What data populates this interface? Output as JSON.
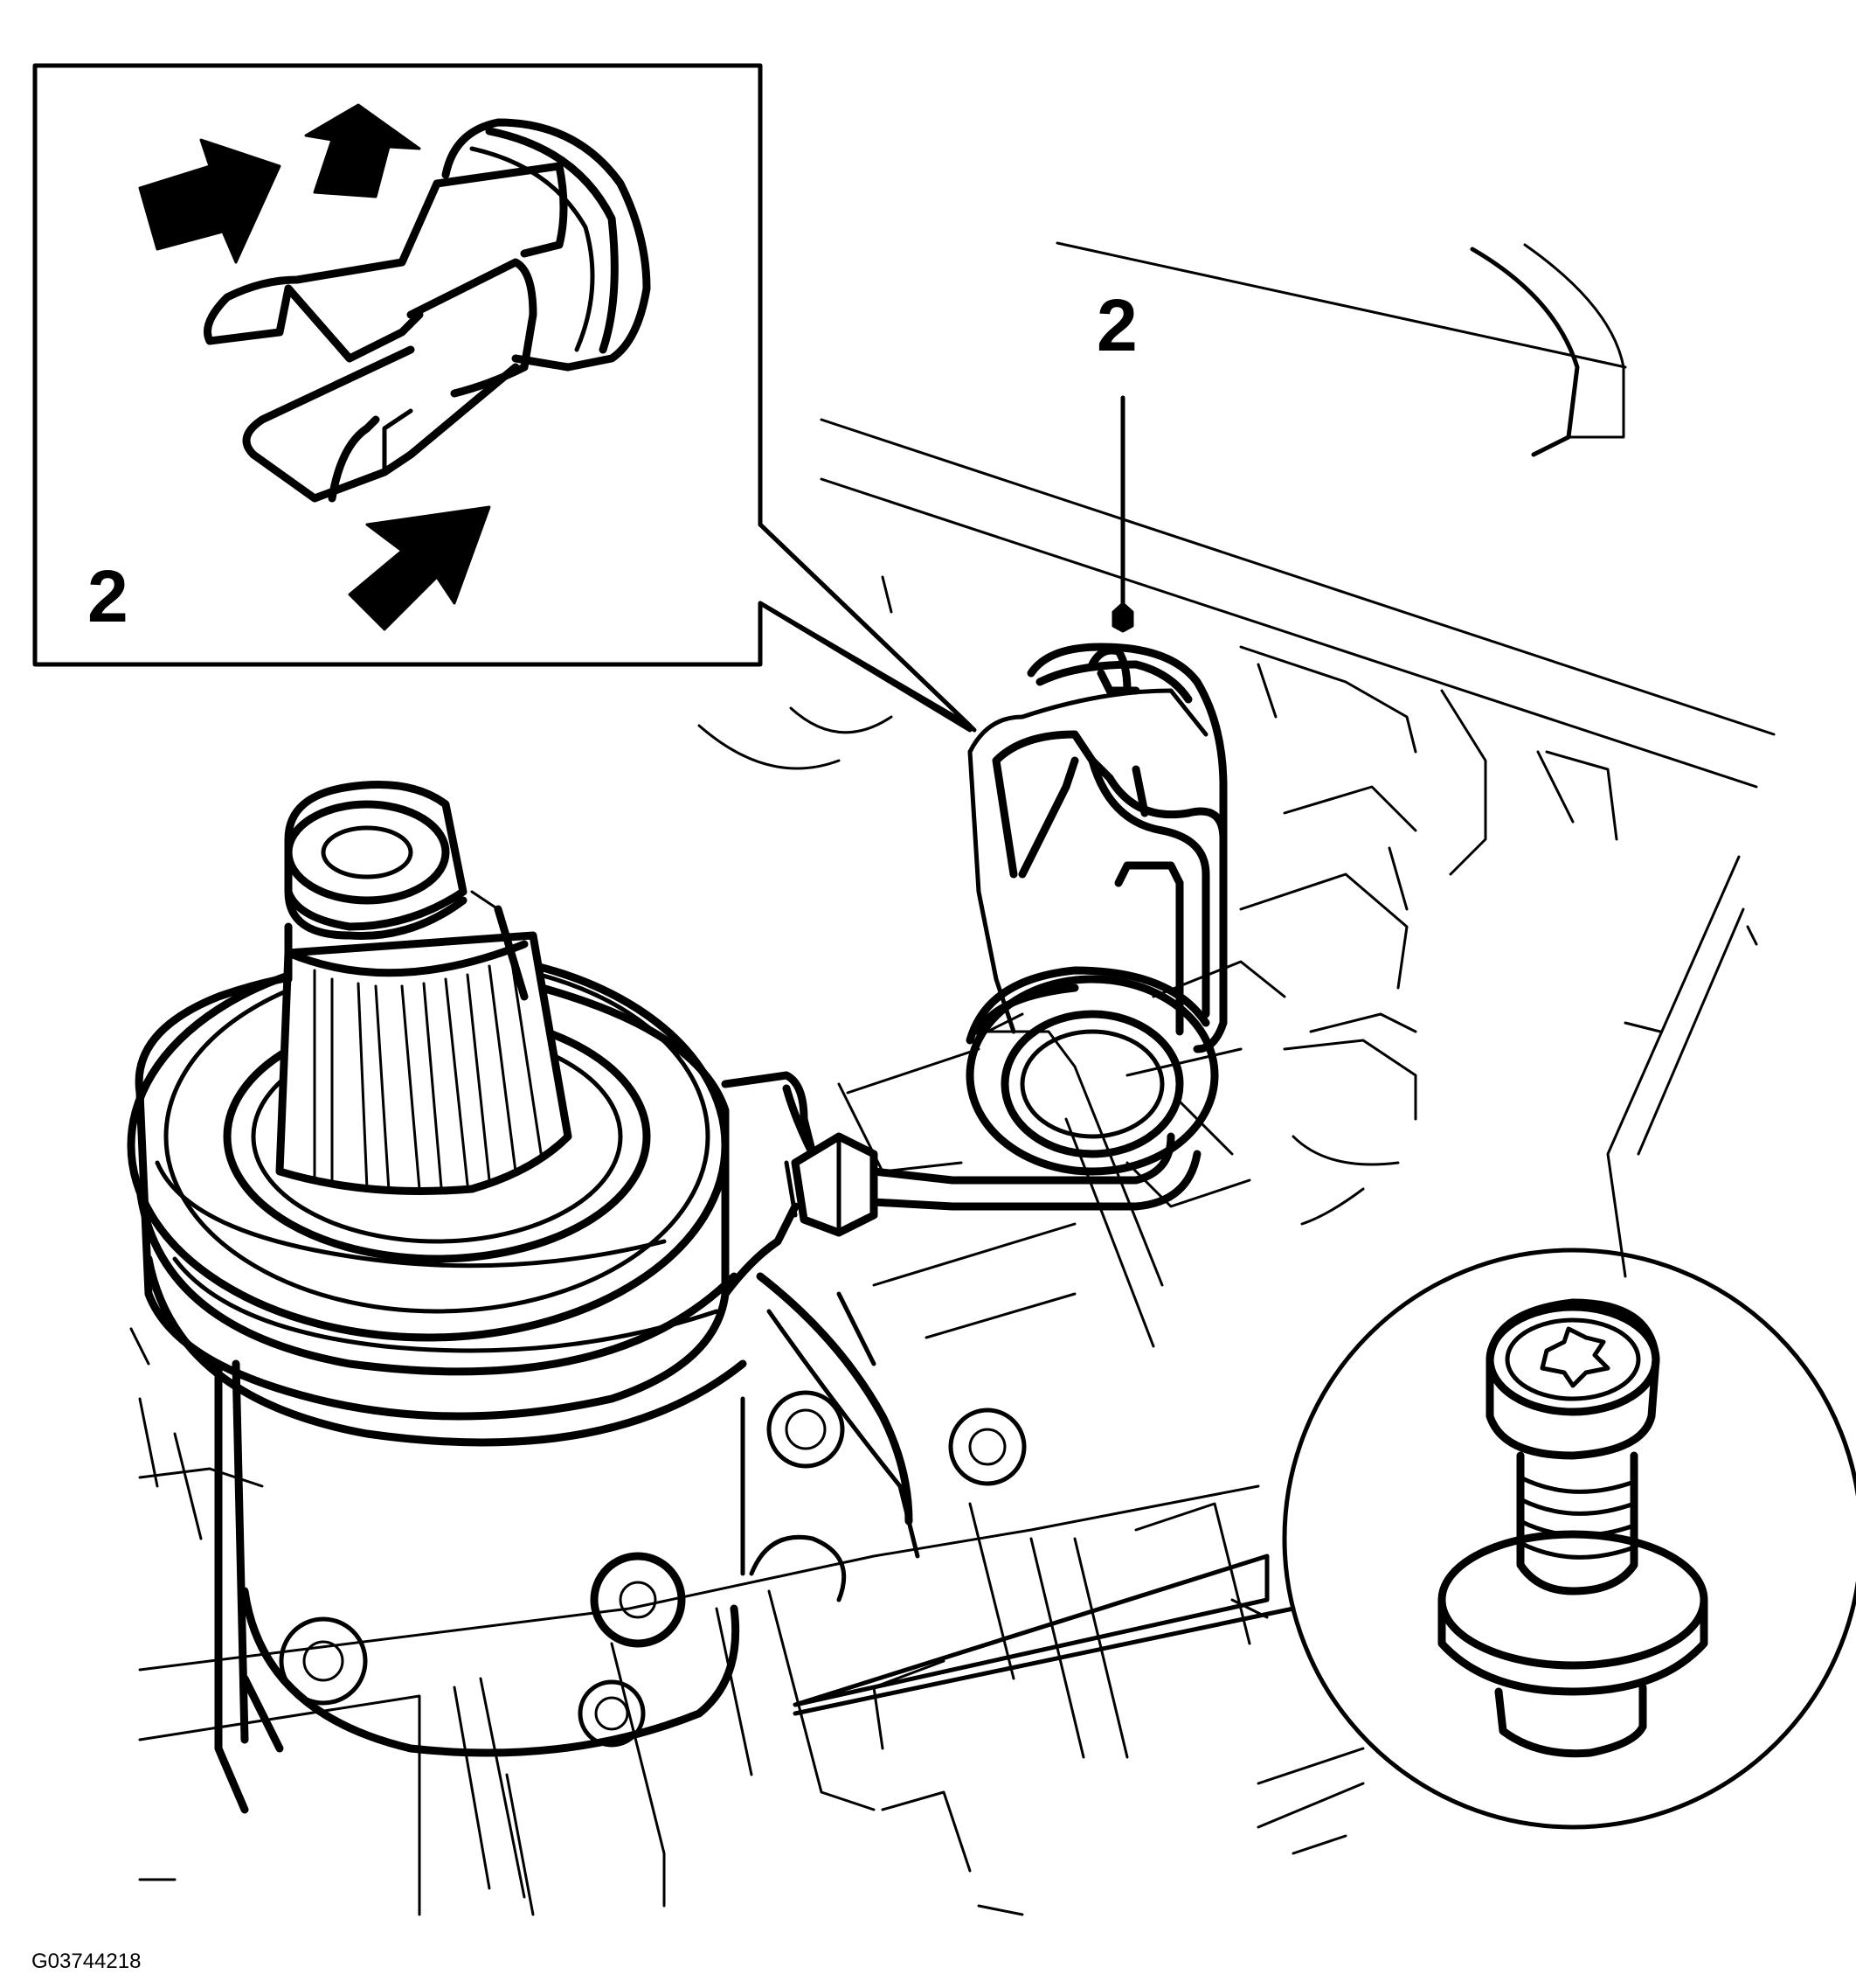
{
  "callouts": {
    "inset_label": "2",
    "main_label": "2"
  },
  "figure_code": "G03744218",
  "colors": {
    "line": "#000000",
    "background": "#ffffff"
  },
  "icons": {
    "inset_detail": "clip-pin-compress-icon",
    "bolt_detail": "torx-bolt-icon",
    "arrows": "direction-arrow-icon"
  }
}
